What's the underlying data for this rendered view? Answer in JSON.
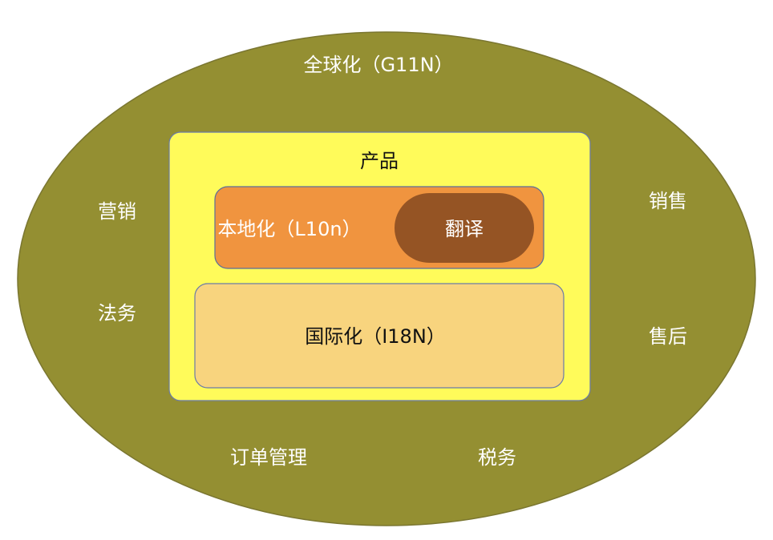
{
  "globalization": {
    "label": "全球化（G11N）",
    "fill": "#948F32",
    "stroke": "#7A7630",
    "peripherals": {
      "marketing": "营销",
      "legal": "法务",
      "sales": "销售",
      "after_sales": "售后",
      "order_management": "订单管理",
      "tax": "税务"
    }
  },
  "product": {
    "label": "产品",
    "fill": "#FFFB5A",
    "stroke": "#6B7BA8"
  },
  "localization": {
    "label": "本地化（L10n）",
    "fill": "#F0943F",
    "stroke": "#5B6E9A",
    "translation": {
      "label": "翻译",
      "fill": "#955424"
    }
  },
  "internationalization": {
    "label": "国际化（I18N）",
    "fill": "#F8D47E",
    "stroke": "#6B7BA8"
  }
}
